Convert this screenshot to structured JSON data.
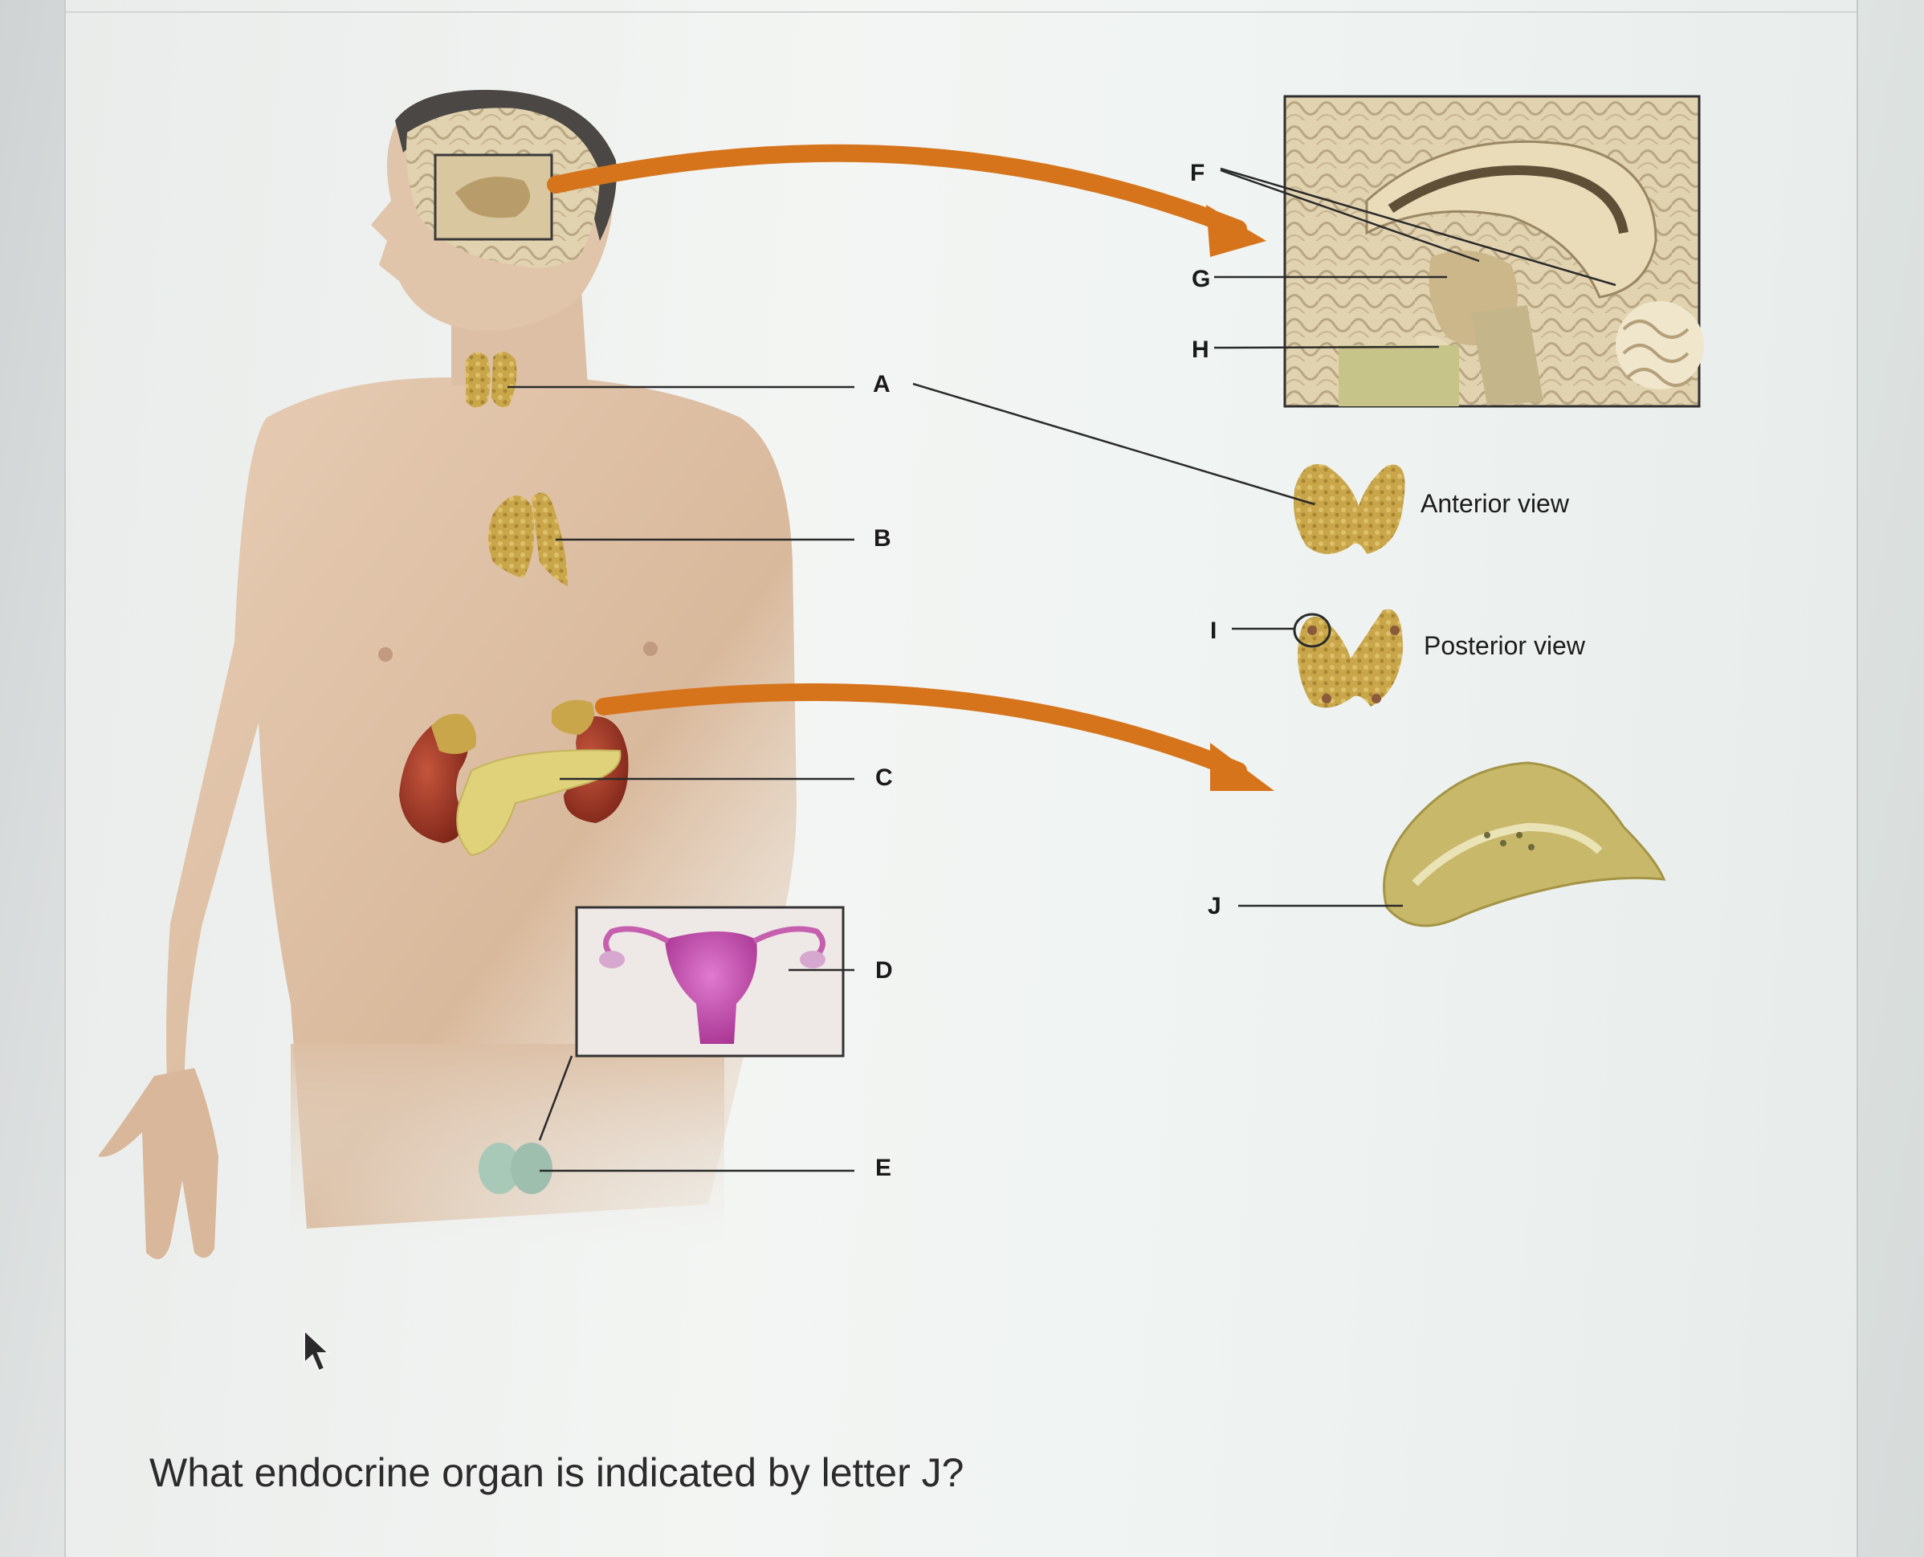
{
  "figure": {
    "labels": {
      "A": "A",
      "B": "B",
      "C": "C",
      "D": "D",
      "E": "E",
      "F": "F",
      "G": "G",
      "H": "H",
      "I": "I",
      "J": "J"
    },
    "thyroid_views": {
      "anterior": "Anterior view",
      "posterior": "Posterior view"
    }
  },
  "question": {
    "text": "What endocrine organ is indicated by letter J?"
  },
  "colors": {
    "arrow": "#d6741c",
    "gland": "#c9a64a",
    "kidney": "#a93a26",
    "pancreas": "#e0d27a",
    "uterus": "#c24fae",
    "skin": "#dcbfa5"
  },
  "icons": [
    "mouse-pointer-icon"
  ]
}
